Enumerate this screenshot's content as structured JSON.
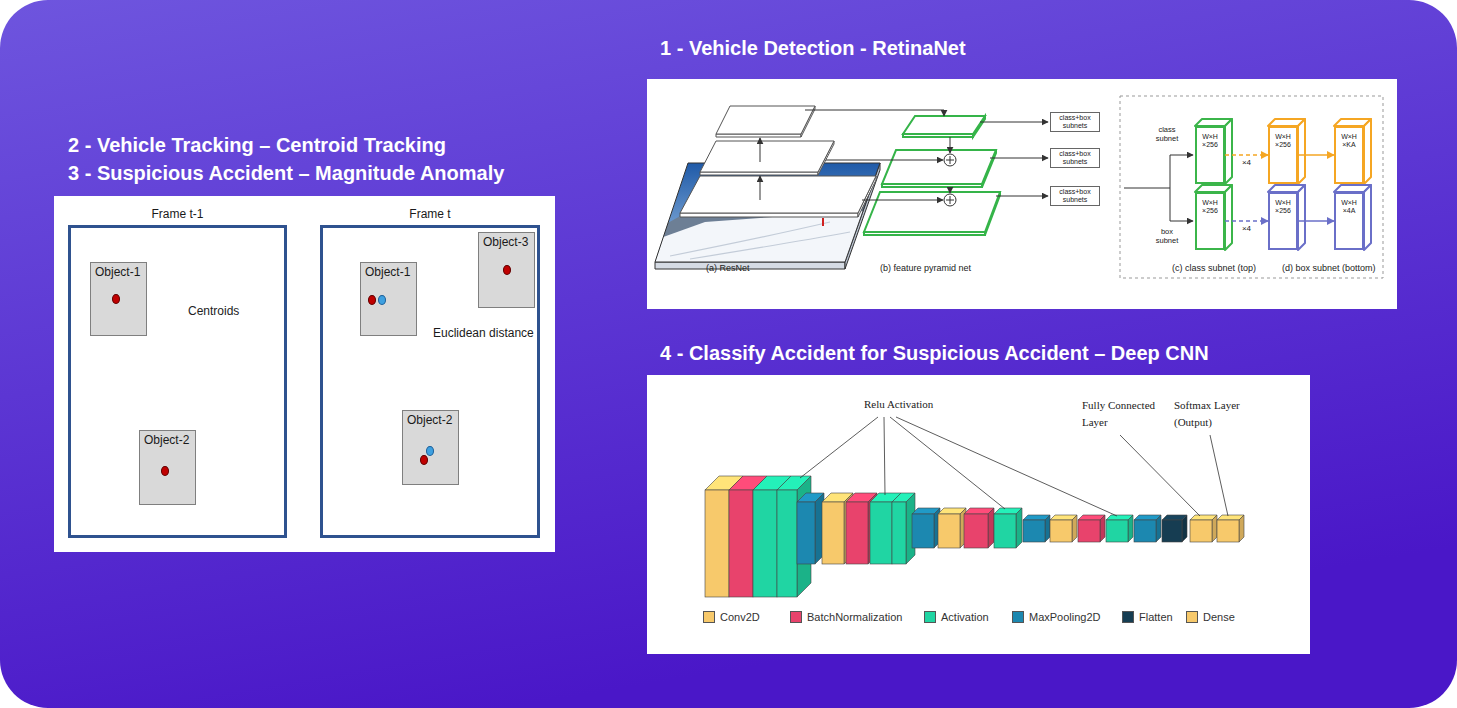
{
  "diagram": {
    "nodes": [
      {
        "text": [
          "Frame t-1"
        ]
      },
      {
        "text": [
          "Object-1"
        ],
        "in": 0
      },
      {
        "text": [
          "Object-2"
        ],
        "in": 0
      },
      {
        "text": [
          "Frame t"
        ]
      },
      {
        "text": [
          "Object-1"
        ],
        "in": 3
      },
      {
        "text": [
          "Object-3"
        ],
        "in": 3
      },
      {
        "text": [
          "Object-2"
        ],
        "in": 3
      },
      {
        "text": [
          "class+box subnets"
        ]
      },
      {
        "text": [
          "class+box subnets"
        ]
      },
      {
        "text": [
          "class+box subnets"
        ]
      },
      {
        "text": [
          "W×H ×256"
        ]
      },
      {
        "text": [
          "W×H ×256"
        ]
      },
      {
        "text": [
          "W×H ×KA"
        ]
      },
      {
        "text": [
          "W×H ×256"
        ]
      },
      {
        "text": [
          "W×H ×256"
        ]
      },
      {
        "text": [
          "W×H ×4A"
        ]
      }
    ],
    "edges": [
      {
        "from": 6,
        "to": 4,
        "label": "Euclidean distance",
        "arrow": "to"
      },
      {
        "from": 10,
        "to": 11,
        "label": "×4",
        "arrow": "to"
      },
      {
        "from": 11,
        "to": 12,
        "arrow": "to"
      },
      {
        "from": 13,
        "to": 14,
        "label": "×4",
        "arrow": "to"
      },
      {
        "from": 14,
        "to": 15,
        "arrow": "to"
      }
    ],
    "labels": [
      "1 - Vehicle Detection - RetinaNet",
      "2 - Vehicle Tracking – Centroid Tracking",
      "3 - Suspicious Accident – Magnitude Anomaly",
      "4 - Classify Accident for Suspicious Accident – Deep CNN",
      "Centroids",
      "class subnet",
      "box subnet",
      "(a) ResNet",
      "(b) feature pyramid net",
      "(c) class subnet (top)",
      "(d) box subnet (bottom)",
      "Relu Activation",
      "Fully Connected Layer",
      "Softmax Layer (Output)"
    ],
    "legend": [
      {
        "text": "Conv2D",
        "color": "#f7c96b"
      },
      {
        "text": "BatchNormalization",
        "color": "#e8436c"
      },
      {
        "text": "Activation",
        "color": "#20d5a3"
      },
      {
        "text": "MaxPooling2D",
        "color": "#1c88b0"
      },
      {
        "text": "Flatten",
        "color": "#163d52"
      },
      {
        "text": "Dense",
        "color": "#f7c96b"
      }
    ]
  }
}
